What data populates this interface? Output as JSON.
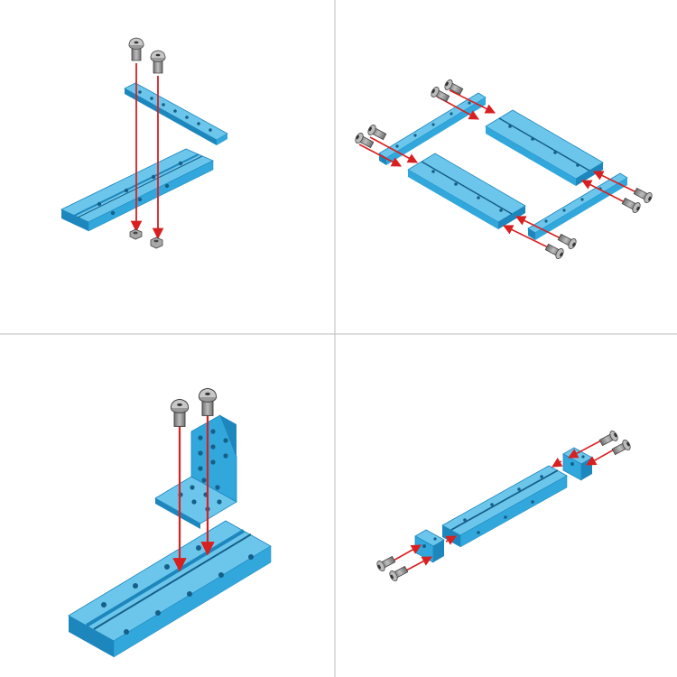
{
  "figure": {
    "panels": [
      {
        "id": "panel-1",
        "step": "attach-plate-to-beam-bolts-nuts"
      },
      {
        "id": "panel-2",
        "step": "join-two-beams-with-two-plates"
      },
      {
        "id": "panel-3",
        "step": "attach-bracket-to-beam"
      },
      {
        "id": "panel-4",
        "step": "attach-connector-blocks-to-beam-ends"
      }
    ],
    "colors": {
      "part_blue": "#31a7dc",
      "part_blue_dark": "#1d87bd",
      "part_blue_light": "#6cc6ec",
      "hole": "#155f88",
      "arrow_red": "#d92020",
      "screw_gray": "#8c8c8c",
      "screw_dark": "#555555",
      "divider": "#bdbdbd"
    },
    "icons": [
      "screw-icon",
      "nut-icon",
      "beam-icon",
      "plate-icon",
      "bracket-icon",
      "connector-block-icon",
      "assembly-arrow-icon"
    ]
  }
}
